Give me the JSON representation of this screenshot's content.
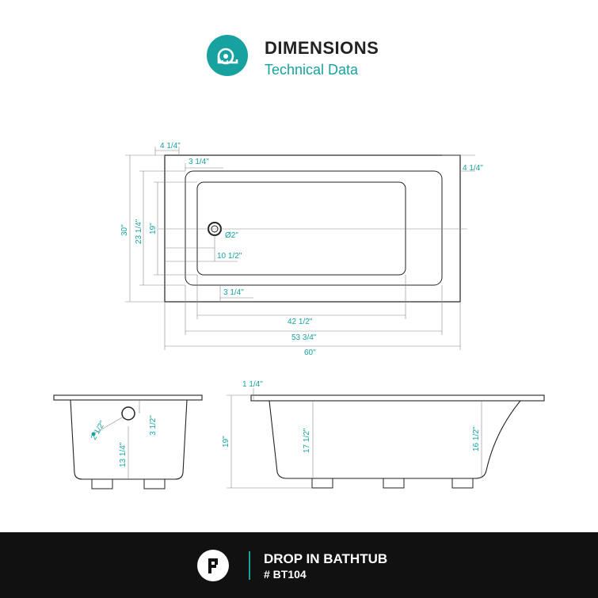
{
  "header": {
    "title": "DIMENSIONS",
    "subtitle": "Technical Data",
    "icon": "tape-measure-icon"
  },
  "top_view": {
    "outer_length": "60\"",
    "outer_width": "30\"",
    "inner_length_top": "53 3/4\"",
    "inner_length_bottom": "42 1/2\"",
    "inner_width_top": "23 1/4\"",
    "inner_width_bottom": "19\"",
    "left_rim": "4 1/4\"",
    "right_rim": "4 1/4\"",
    "rim_top": "3 1/4\"",
    "rim_bottom": "3 1/4\"",
    "drain_diameter": "Ø2\"",
    "drain_offset": "10 1/2\""
  },
  "end_view": {
    "height": "13 1/4\"",
    "overflow_diameter": "2 1/2\"",
    "overflow_offset": "3 1/2\""
  },
  "side_view": {
    "overall_height": "19\"",
    "rim_thickness": "1 1/4\"",
    "depth_left": "17 1/2\"",
    "depth_right": "16 1/2\""
  },
  "footer": {
    "product": "DROP IN BATHTUB",
    "sku": "# BT104",
    "logo": "brand-logo-icon"
  },
  "colors": {
    "accent": "#17a2a0",
    "line": "#222222",
    "footer_bg": "#111111"
  }
}
